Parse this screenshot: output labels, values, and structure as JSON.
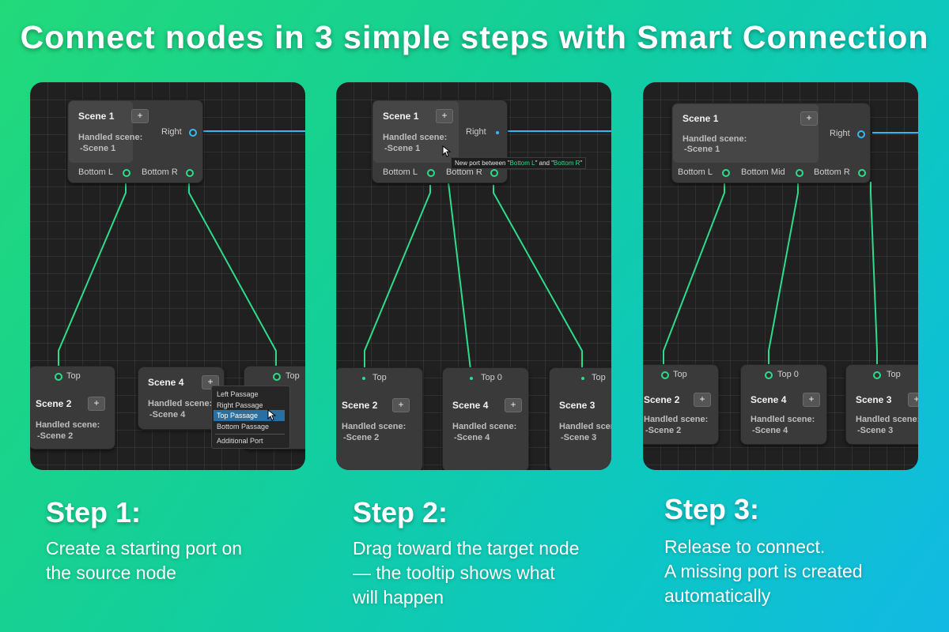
{
  "headline": "Connect nodes in 3 simple steps with Smart Connection",
  "colors": {
    "wire": "#2ddc8a",
    "wire_blue": "#36b8ef",
    "canvas": "#202020",
    "node": "#3a3a3a"
  },
  "common": {
    "handled_label": "Handled scene:",
    "plus": "+"
  },
  "panel1": {
    "scene1": {
      "title": "Scene 1",
      "handled": "-Scene 1",
      "port_right": "Right",
      "port_bl": "Bottom L",
      "port_br": "Bottom R"
    },
    "scene2": {
      "title": "Scene 2",
      "handled": "-Scene 2",
      "port_top": "Top"
    },
    "scene4": {
      "title": "Scene 4",
      "handled": "-Scene 4"
    },
    "scene3": {
      "port_top": "Top"
    },
    "menu": [
      "Left Passage",
      "Right Passage",
      "Top Passage",
      "Bottom Passage",
      "Additional Port"
    ],
    "menu_selected": "Top Passage"
  },
  "panel2": {
    "scene1": {
      "title": "Scene 1",
      "handled": "-Scene 1",
      "port_right": "Right",
      "port_bl": "Bottom L",
      "port_br": "Bottom R"
    },
    "tooltip": {
      "prefix": "New port between \"",
      "a": "Bottom L",
      "mid": "\" and \"",
      "b": "Bottom R",
      "suffix": "\""
    },
    "scene2": {
      "title": "Scene 2",
      "handled": "-Scene 2",
      "port_top": "Top"
    },
    "scene4": {
      "title": "Scene 4",
      "handled": "-Scene 4",
      "port_top": "Top 0"
    },
    "scene3": {
      "title": "Scene 3",
      "handled": "-Scene 3",
      "port_top": "Top"
    }
  },
  "panel3": {
    "scene1": {
      "title": "Scene 1",
      "handled": "-Scene 1",
      "port_right": "Right",
      "port_bl": "Bottom L",
      "port_bm": "Bottom Mid",
      "port_br": "Bottom R"
    },
    "scene2": {
      "title": "Scene 2",
      "handled": "-Scene 2",
      "port_top": "Top"
    },
    "scene4": {
      "title": "Scene 4",
      "handled": "-Scene 4",
      "port_top": "Top 0"
    },
    "scene3": {
      "title": "Scene 3",
      "handled": "-Scene 3",
      "port_top": "Top"
    }
  },
  "steps": [
    {
      "title": "Step 1:",
      "lines": [
        "Create a starting port on",
        "the source node"
      ]
    },
    {
      "title": "Step 2:",
      "lines": [
        "Drag toward the target node",
        "— the tooltip shows what",
        "will happen"
      ]
    },
    {
      "title": "Step 3:",
      "lines": [
        "Release to connect.",
        "A missing port is created",
        "automatically"
      ]
    }
  ]
}
